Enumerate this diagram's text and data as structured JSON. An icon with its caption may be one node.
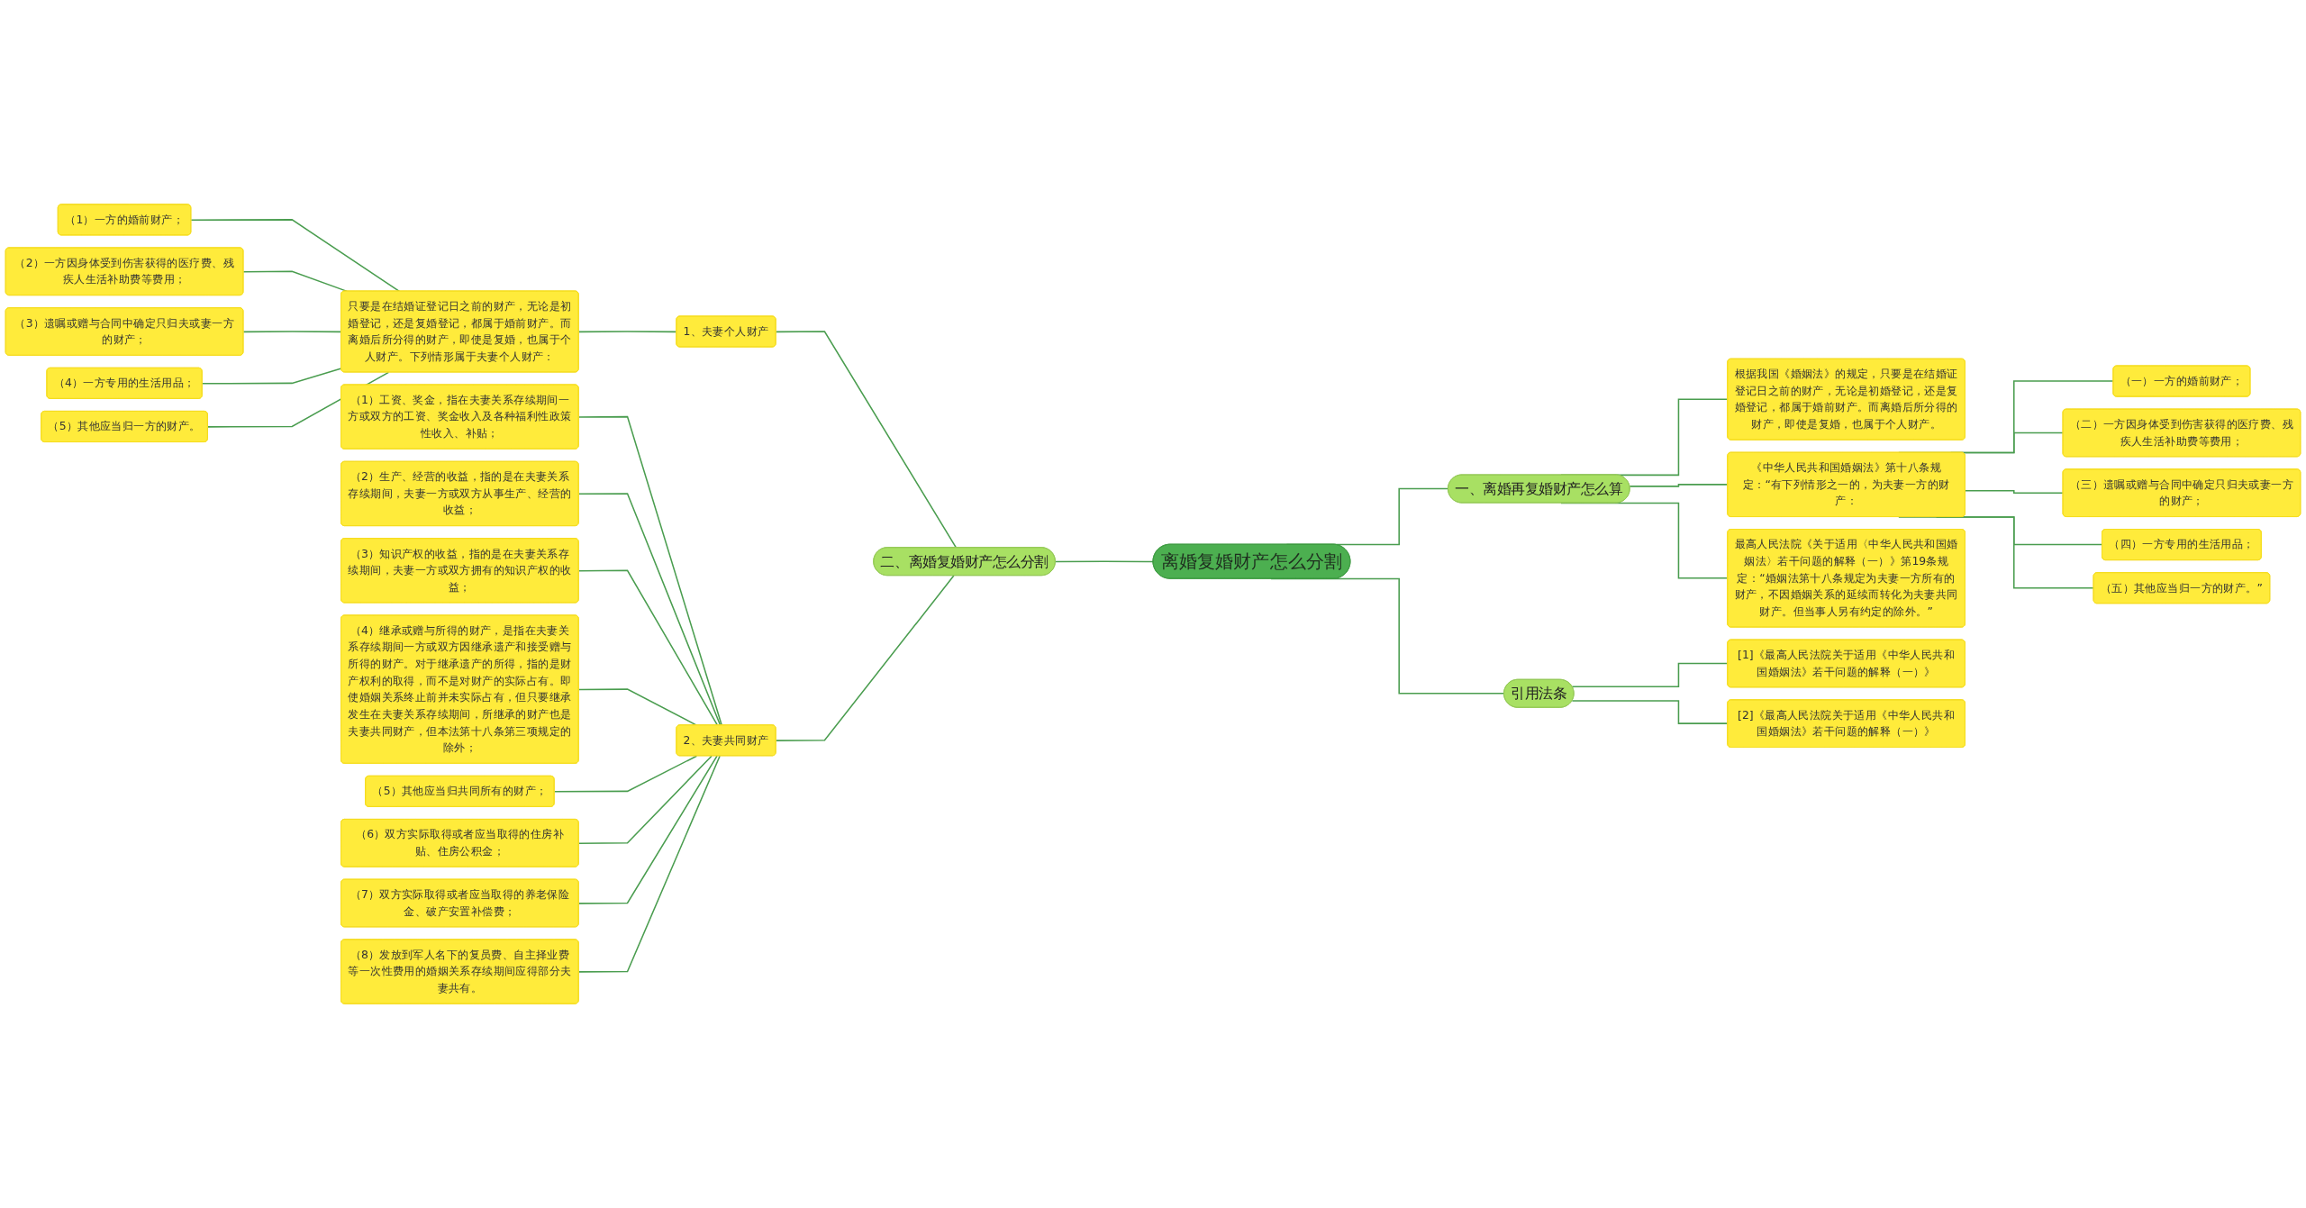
{
  "diagram": {
    "nodes": [
      {
        "text": [
          "离婚复婚财产怎么分割"
        ]
      },
      {
        "text": [
          "一、离婚再复婚财产怎么算"
        ]
      },
      {
        "text": [
          "根据我国《婚姻法》的规定，只要是在结婚证登记日之前的财产，无论是初婚登记，还是复婚登记，都属于婚前财产。而离婚后所分得的财产，即使是复婚，也属于个人财产。"
        ]
      },
      {
        "text": [
          "《中华人民共和国婚姻法》第十八条规定：“有下列情形之一的，为夫妻一方的财产："
        ]
      },
      {
        "text": [
          "（一）一方的婚前财产；"
        ]
      },
      {
        "text": [
          "（二）一方因身体受到伤害获得的医疗费、残疾人生活补助费等费用；"
        ]
      },
      {
        "text": [
          "（三）遗嘱或赠与合同中确定只归夫或妻一方的财产；"
        ]
      },
      {
        "text": [
          "（四）一方专用的生活用品；"
        ]
      },
      {
        "text": [
          "（五）其他应当归一方的财产。”"
        ]
      },
      {
        "text": [
          "最高人民法院《关于适用〈中华人民共和国婚姻法〉若干问题的解释（一）》第19条规定：“婚姻法第十八条规定为夫妻一方所有的财产，不因婚姻关系的延续而转化为夫妻共同财产。但当事人另有约定的除外。”"
        ]
      },
      {
        "text": [
          "二、离婚复婚财产怎么分割"
        ]
      },
      {
        "text": [
          "1、夫妻个人财产"
        ]
      },
      {
        "text": [
          "只要是在结婚证登记日之前的财产，无论是初婚登记，还是复婚登记，都属于婚前财产。而离婚后所分得的财产，即使是复婚，也属于个人财产。下列情形属于夫妻个人财产："
        ]
      },
      {
        "text": [
          "（1）一方的婚前财产；"
        ]
      },
      {
        "text": [
          "（2）一方因身体受到伤害获得的医疗费、残疾人生活补助费等费用；"
        ]
      },
      {
        "text": [
          "（3）遗嘱或赠与合同中确定只归夫或妻一方的财产；"
        ]
      },
      {
        "text": [
          "（4）一方专用的生活用品；"
        ]
      },
      {
        "text": [
          "（5）其他应当归一方的财产。"
        ]
      },
      {
        "text": [
          "2、夫妻共同财产"
        ]
      },
      {
        "text": [
          "（1）工资、奖金，指在夫妻关系存续期间一方或双方的工资、奖金收入及各种福利性政策性收入、补贴；"
        ]
      },
      {
        "text": [
          "（2）生产、经营的收益，指的是在夫妻关系存续期间，夫妻一方或双方从事生产、经营的收益；"
        ]
      },
      {
        "text": [
          "（3）知识产权的收益，指的是在夫妻关系存续期间，夫妻一方或双方拥有的知识产权的收益；"
        ]
      },
      {
        "text": [
          "（4）继承或赠与所得的财产，是指在夫妻关系存续期间一方或双方因继承遗产和接受赠与所得的财产。对于继承遗产的所得，指的是财产权利的取得，而不是对财产的实际占有。即使婚姻关系终止前并未实际占有，但只要继承发生在夫妻关系存续期间，所继承的财产也是夫妻共同财产，但本法第十八条第三项规定的除外；"
        ]
      },
      {
        "text": [
          "（5）其他应当归共同所有的财产；"
        ]
      },
      {
        "text": [
          "（6）双方实际取得或者应当取得的住房补贴、住房公积金；"
        ]
      },
      {
        "text": [
          "（7）双方实际取得或者应当取得的养老保险金、破产安置补偿费；"
        ]
      },
      {
        "text": [
          "（8）发放到军人名下的复员费、自主择业费等一次性费用的婚姻关系存续期间应得部分夫妻共有。"
        ]
      },
      {
        "text": [
          "引用法条"
        ]
      },
      {
        "text": [
          "[1]《最高人民法院关于适用《中华人民共和国婚姻法》若干问题的解释（一）》"
        ]
      },
      {
        "text": [
          "[2]《最高人民法院关于适用《中华人民共和国婚姻法》若干问题的解释（一）》"
        ]
      }
    ],
    "edges": [
      {
        "from": 0,
        "to": 1,
        "arrow": "none"
      },
      {
        "from": 1,
        "to": 2,
        "arrow": "none"
      },
      {
        "from": 1,
        "to": 3,
        "arrow": "none"
      },
      {
        "from": 3,
        "to": 4,
        "arrow": "none"
      },
      {
        "from": 3,
        "to": 5,
        "arrow": "none"
      },
      {
        "from": 3,
        "to": 6,
        "arrow": "none"
      },
      {
        "from": 3,
        "to": 7,
        "arrow": "none"
      },
      {
        "from": 3,
        "to": 8,
        "arrow": "none"
      },
      {
        "from": 1,
        "to": 9,
        "arrow": "none"
      },
      {
        "from": 10,
        "to": 0,
        "arrow": "none"
      },
      {
        "from": 11,
        "to": 10,
        "arrow": "none"
      },
      {
        "from": 12,
        "to": 11,
        "arrow": "none"
      },
      {
        "from": 13,
        "to": 12,
        "arrow": "none"
      },
      {
        "from": 14,
        "to": 12,
        "arrow": "none"
      },
      {
        "from": 15,
        "to": 12,
        "arrow": "none"
      },
      {
        "from": 16,
        "to": 12,
        "arrow": "none"
      },
      {
        "from": 17,
        "to": 12,
        "arrow": "none"
      },
      {
        "from": 18,
        "to": 10,
        "arrow": "none"
      },
      {
        "from": 19,
        "to": 18,
        "arrow": "none"
      },
      {
        "from": 20,
        "to": 18,
        "arrow": "none"
      },
      {
        "from": 21,
        "to": 18,
        "arrow": "none"
      },
      {
        "from": 22,
        "to": 18,
        "arrow": "none"
      },
      {
        "from": 23,
        "to": 18,
        "arrow": "none"
      },
      {
        "from": 24,
        "to": 18,
        "arrow": "none"
      },
      {
        "from": 25,
        "to": 18,
        "arrow": "none"
      },
      {
        "from": 26,
        "to": 18,
        "arrow": "none"
      },
      {
        "from": 0,
        "to": 27,
        "arrow": "none"
      },
      {
        "from": 27,
        "to": 28,
        "arrow": "none"
      },
      {
        "from": 27,
        "to": 29,
        "arrow": "none"
      }
    ]
  }
}
